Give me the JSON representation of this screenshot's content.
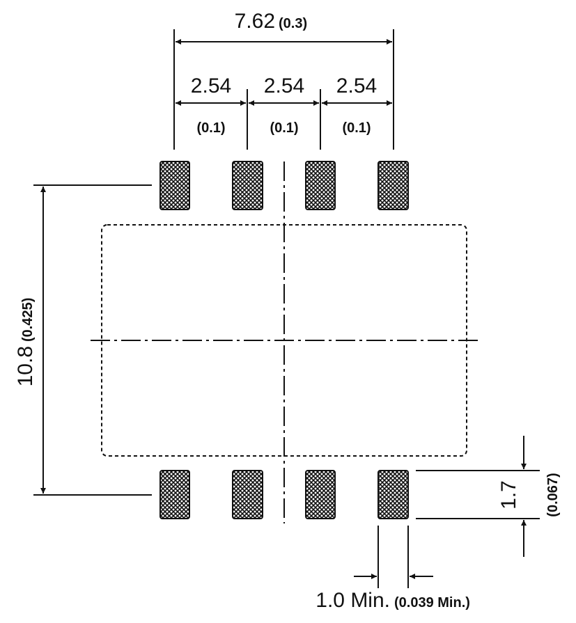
{
  "title": "Recommended PCB pad layout",
  "colors": {
    "ink": "#111111",
    "background": "#ffffff"
  },
  "dimensions": {
    "overall_width": {
      "mm": "7.62",
      "inch": "(0.3)"
    },
    "pitch": [
      {
        "mm": "2.54",
        "inch": "(0.1)"
      },
      {
        "mm": "2.54",
        "inch": "(0.1)"
      },
      {
        "mm": "2.54",
        "inch": "(0.1)"
      }
    ],
    "overall_length": {
      "mm": "10.8",
      "inch": "(0.425)"
    },
    "pad_length": {
      "mm": "1.7",
      "inch": "(0.067)"
    },
    "pad_width": {
      "mm": "1.0 Min.",
      "inch": "(0.039 Min.)"
    }
  },
  "pad_count": 8
}
